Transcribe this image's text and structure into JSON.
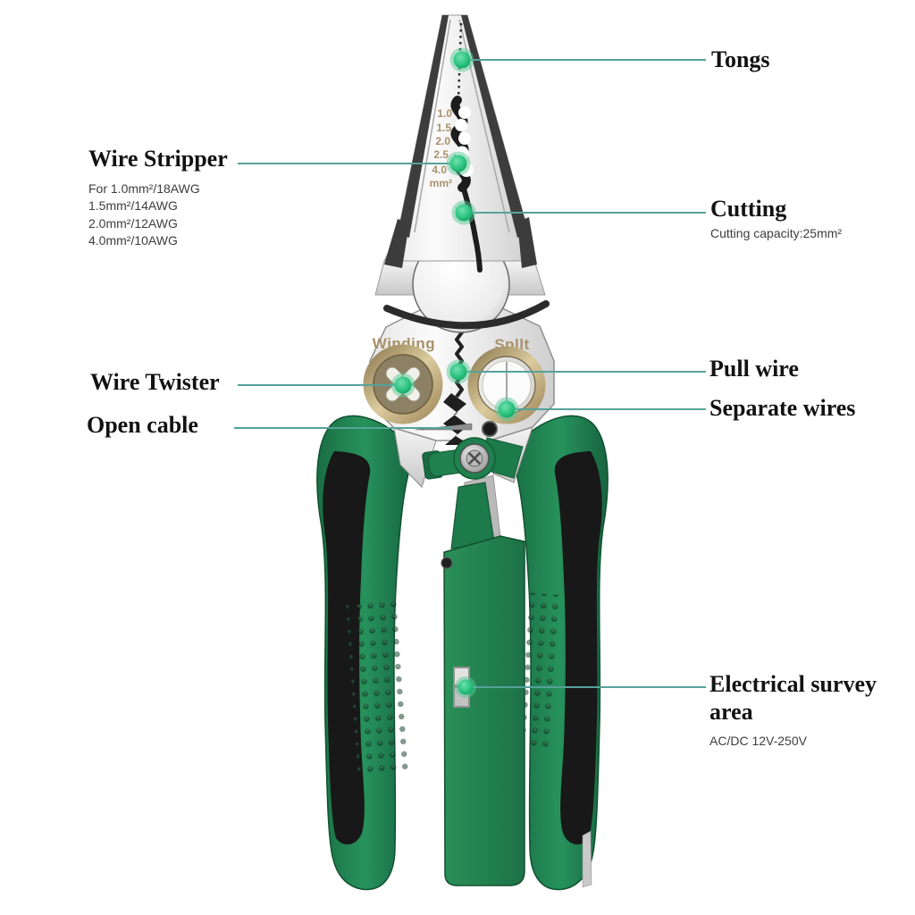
{
  "labels": {
    "tongs": "Tongs",
    "wire_stripper": {
      "title": "Wire Stripper",
      "lines": [
        "For 1.0mm²/18AWG",
        "1.5mm²/14AWG",
        "2.0mm²/12AWG",
        "4.0mm²/10AWG"
      ]
    },
    "cutting": {
      "title": "Cutting",
      "subtitle": "Cutting capacity:25mm²"
    },
    "wire_twister": "Wire Twister",
    "open_cable": "Open cable",
    "pull_wire": "Pull wire",
    "separate_wires": "Separate wires",
    "electrical": {
      "title_line1": "Electrical survey",
      "title_line2": "area",
      "subtitle": "AC/DC 12V-250V"
    }
  },
  "tool": {
    "hole_left_label": "Winding",
    "hole_right_label": "Spllt",
    "gauge": [
      "1.0",
      "1.5",
      "2.0",
      "2.5",
      "4.0",
      "mm²"
    ]
  },
  "colors": {
    "leader_line": "#57a29a",
    "marker_green": "#21b673",
    "handle_green": "#1e7b4b",
    "brass_ring": "#c9b88c",
    "engraving_tan": "#a8916a"
  }
}
